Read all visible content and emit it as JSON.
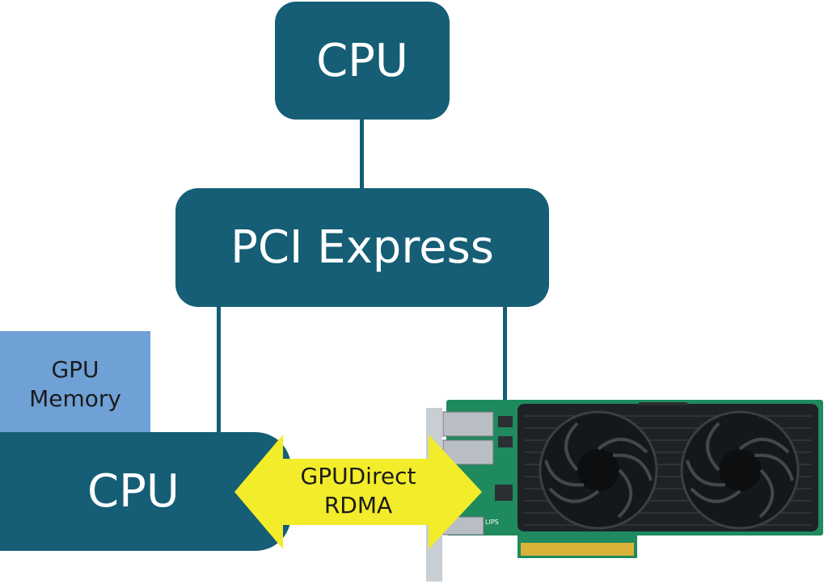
{
  "cpu_top": {
    "label": "CPU"
  },
  "pcie": {
    "label": "PCI Express"
  },
  "gpu_memory": {
    "line1": "GPU",
    "line2": "Memory"
  },
  "cpu_bottom": {
    "label": "CPU"
  },
  "rdma_arrow": {
    "line1": "GPUDirect",
    "line2": "RDMA",
    "color": "#f2ec2a"
  },
  "colors": {
    "node": "#155e75",
    "memory": "#6fa1d6",
    "board": "#1f8a5e",
    "heatsink": "#1e2226"
  },
  "card": {
    "brand_text": "LIPS"
  }
}
